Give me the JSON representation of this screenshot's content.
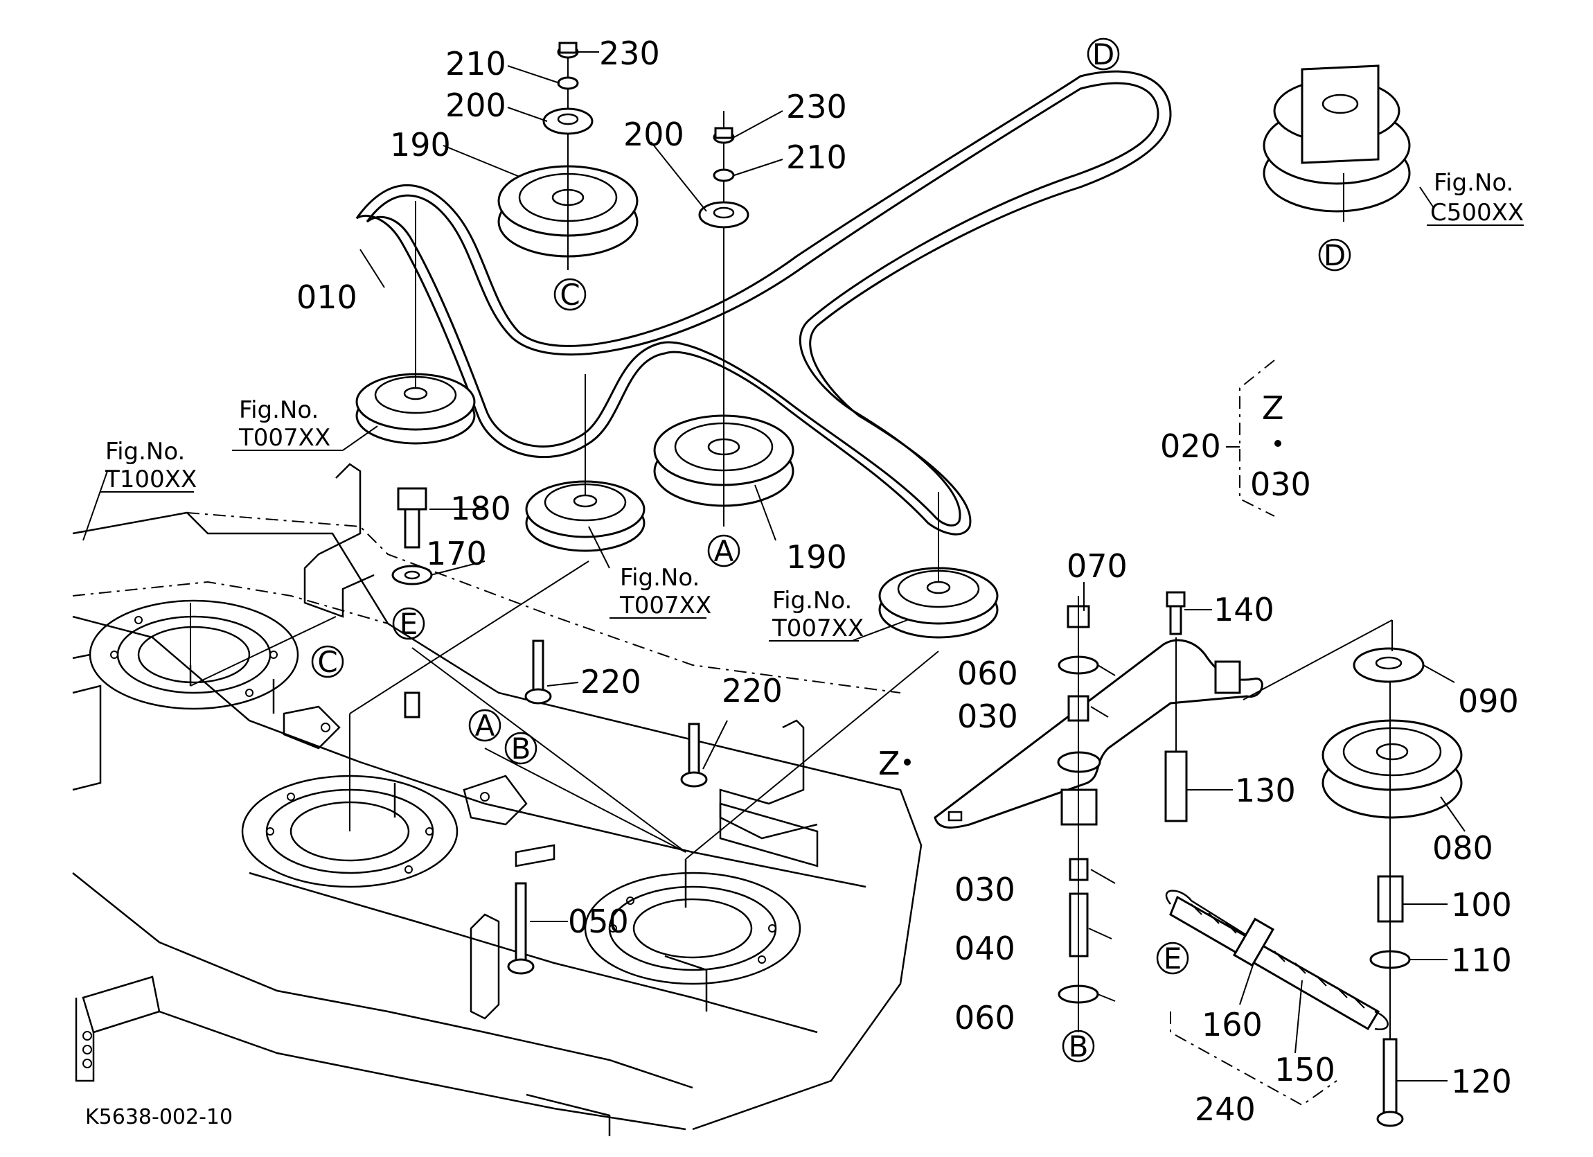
{
  "labels": {
    "p230a": "230",
    "p210a": "210",
    "p200a": "200",
    "p190a": "190",
    "p230b": "230",
    "p210b": "210",
    "p200b": "200",
    "p190b": "190",
    "p010": "010",
    "p020": "020",
    "p030z": "030",
    "p180": "180",
    "p170": "170",
    "p220a": "220",
    "p220b": "220",
    "p050": "050",
    "p070": "070",
    "p140": "140",
    "p060a": "060",
    "p030a": "030",
    "p130": "130",
    "p090": "090",
    "p080": "080",
    "p030b": "030",
    "p040": "040",
    "p060b": "060",
    "p100": "100",
    "p110": "110",
    "p160": "160",
    "p150": "150",
    "p240": "240",
    "p120": "120"
  },
  "letters": {
    "A": "A",
    "B": "B",
    "C": "C",
    "D": "D",
    "E": "E",
    "Z": "Z"
  },
  "figrefs": {
    "fig_label": "Fig.No.",
    "t007": "T007XX",
    "t100": "T100XX",
    "c500": "C500XX"
  },
  "drawing_code": "K5638-002-10"
}
